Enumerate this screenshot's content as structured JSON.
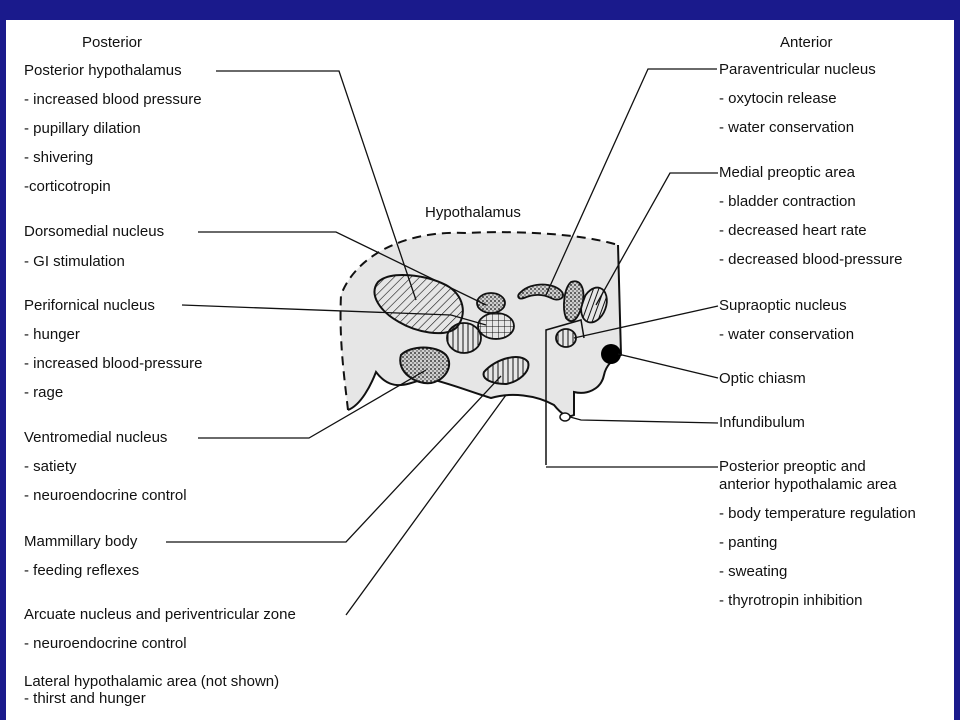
{
  "colors": {
    "frame": "#1a1a8c",
    "background": "#ffffff",
    "region_fill": "#e6e6e6",
    "ink": "#111111"
  },
  "headers": {
    "posterior": "Posterior",
    "anterior": "Anterior",
    "hypothalamus": "Hypothalamus"
  },
  "left_groups": [
    {
      "title": "Posterior hypothalamus",
      "items": [
        "- increased blood pressure",
        "- pupillary dilation",
        "- shivering",
        "-corticotropin"
      ]
    },
    {
      "title": "Dorsomedial nucleus",
      "items": [
        "- GI stimulation"
      ]
    },
    {
      "title": "Perifornical nucleus",
      "items": [
        "- hunger",
        "- increased blood-pressure",
        "- rage"
      ]
    },
    {
      "title": "Ventromedial nucleus",
      "items": [
        "- satiety",
        "- neuroendocrine control"
      ]
    },
    {
      "title": "Mammillary body",
      "items": [
        "- feeding reflexes"
      ]
    },
    {
      "title": "Arcuate nucleus and periventricular zone",
      "items": [
        "- neuroendocrine control"
      ]
    },
    {
      "title": "Lateral hypothalamic area (not shown)",
      "items": [
        "- thirst and hunger"
      ]
    }
  ],
  "right_groups": [
    {
      "title": "Paraventricular nucleus",
      "items": [
        "- oxytocin release",
        "- water conservation"
      ]
    },
    {
      "title": "Medial preoptic area",
      "items": [
        "- bladder contraction",
        "- decreased heart rate",
        "- decreased blood-pressure"
      ]
    },
    {
      "title": "Supraoptic nucleus",
      "items": [
        "- water conservation"
      ]
    },
    {
      "title": "Optic chiasm",
      "items": []
    },
    {
      "title": "Infundibulum",
      "items": []
    },
    {
      "title": "Posterior preoptic and",
      "items": [
        "anterior hypothalamic area",
        "- body temperature regulation",
        "- panting",
        "- sweating",
        "- thyrotropin inhibition"
      ]
    }
  ]
}
